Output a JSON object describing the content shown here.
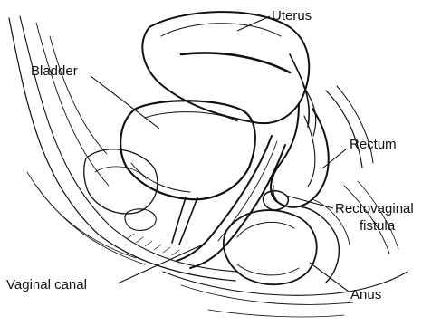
{
  "labels": {
    "uterus": "Uterus",
    "bladder": "Bladder",
    "rectum": "Rectum",
    "rectovaginal_line1": "Rectovaginal",
    "rectovaginal_line2": "fistula",
    "vaginal_canal": "Vaginal canal",
    "anus": "Anus"
  },
  "colors": {
    "ink": "#111111",
    "background": "#ffffff",
    "shade": "#d9d9d9"
  }
}
